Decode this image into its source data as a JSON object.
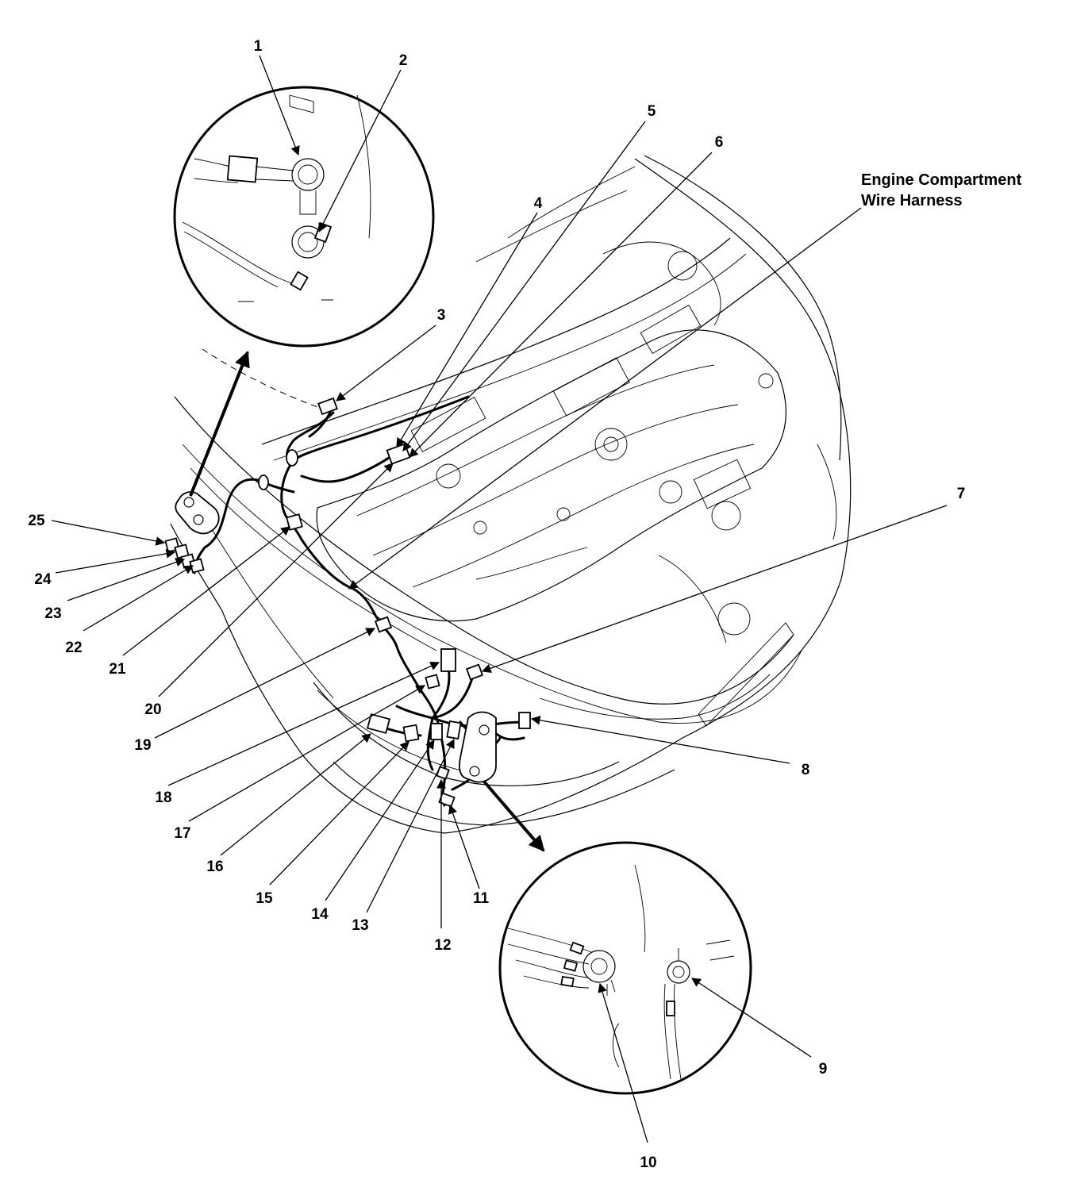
{
  "harness_label": {
    "line1": "Engine Compartment",
    "line2": "Wire Harness"
  },
  "callouts": {
    "c1": "1",
    "c2": "2",
    "c3": "3",
    "c4": "4",
    "c5": "5",
    "c6": "6",
    "c7": "7",
    "c8": "8",
    "c9": "9",
    "c10": "10",
    "c11": "11",
    "c12": "12",
    "c13": "13",
    "c14": "14",
    "c15": "15",
    "c16": "16",
    "c17": "17",
    "c18": "18",
    "c19": "19",
    "c20": "20",
    "c21": "21",
    "c22": "22",
    "c23": "23",
    "c24": "24",
    "c25": "25"
  }
}
